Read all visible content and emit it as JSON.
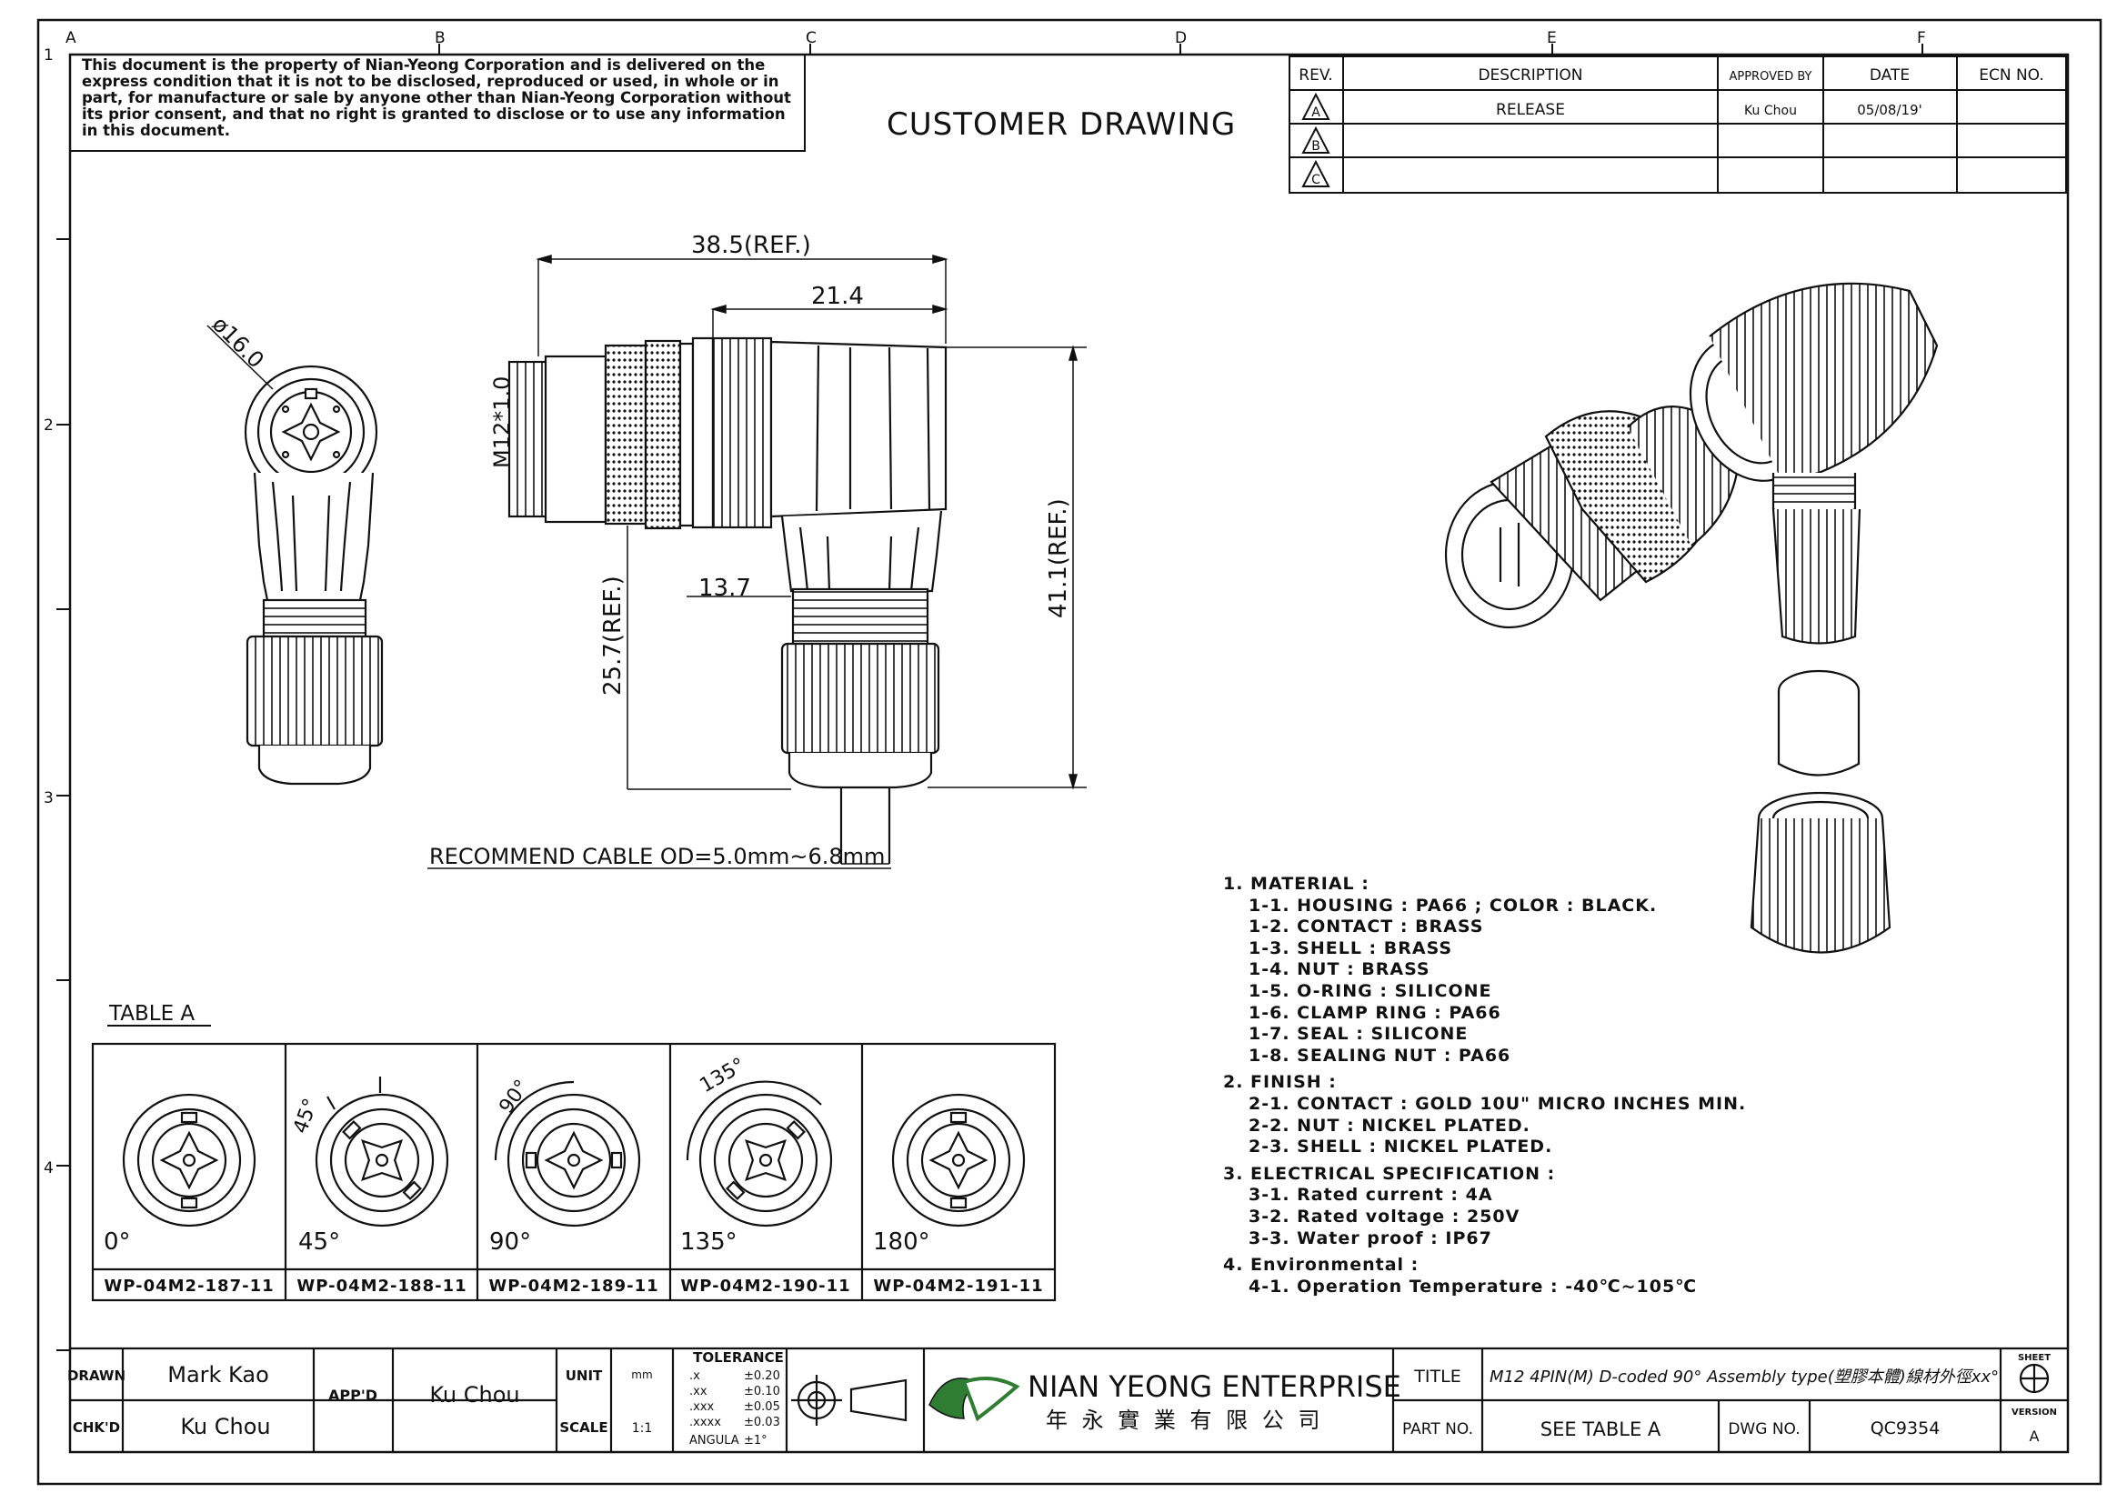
{
  "grid": {
    "cols": [
      "A",
      "B",
      "C",
      "D",
      "E",
      "F"
    ],
    "rows": [
      "1",
      "2",
      "3",
      "4"
    ]
  },
  "disclaimer": "This document is the property of Nian-Yeong Corporation and is delivered on the express condition that it is not to be disclosed, reproduced or used, in whole or in part, for manufacture or sale by anyone other than Nian-Yeong Corporation without its prior consent, and that no right is granted to disclose or to use any information in this document.",
  "heading": "CUSTOMER DRAWING",
  "revision_table": {
    "headers": [
      "REV.",
      "DESCRIPTION",
      "APPROVED BY",
      "DATE",
      "ECN NO."
    ],
    "rows": [
      {
        "rev": "A",
        "description": "RELEASE",
        "approved_by": "Ku Chou",
        "date": "05/08/19'",
        "ecn": ""
      },
      {
        "rev": "B",
        "description": "",
        "approved_by": "",
        "date": "",
        "ecn": ""
      },
      {
        "rev": "C",
        "description": "",
        "approved_by": "",
        "date": "",
        "ecn": ""
      }
    ]
  },
  "dimensions": {
    "overall_length": "38.5(REF.)",
    "body_length": "21.4",
    "thread": "M12*1.0",
    "diameter": "ø16.0",
    "offset": "13.7",
    "height_small": "25.7(REF.)",
    "height_total": "41.1(REF.)",
    "cable_note": "RECOMMEND CABLE OD=5.0mm~6.8mm"
  },
  "table_a": {
    "title": "TABLE A",
    "items": [
      {
        "angle": "0°",
        "part": "WP-04M2-187-11",
        "mark": ""
      },
      {
        "angle": "45°",
        "part": "WP-04M2-188-11",
        "mark": "45°"
      },
      {
        "angle": "90°",
        "part": "WP-04M2-189-11",
        "mark": "90°"
      },
      {
        "angle": "135°",
        "part": "WP-04M2-190-11",
        "mark": "135°"
      },
      {
        "angle": "180°",
        "part": "WP-04M2-191-11",
        "mark": ""
      }
    ]
  },
  "notes": {
    "sections": [
      {
        "title": "1.  MATERIAL  :",
        "items": [
          "1-1.  HOUSING  :  PA66  ;  COLOR  :  BLACK.",
          "1-2.  CONTACT  :  BRASS",
          "1-3.  SHELL  :  BRASS",
          "1-4.  NUT  :  BRASS",
          "1-5.  O-RING  :  SILICONE",
          "1-6.  CLAMP  RING  :  PA66",
          "1-7.  SEAL  :  SILICONE",
          "1-8.  SEALING  NUT  :  PA66"
        ]
      },
      {
        "title": "2.  FINISH  :",
        "items": [
          "2-1.  CONTACT  :  GOLD  10U\"  MICRO  INCHES  MIN.",
          "2-2.  NUT  :  NICKEL  PLATED.",
          "2-3.  SHELL  :  NICKEL  PLATED."
        ]
      },
      {
        "title": "3.  ELECTRICAL  SPECIFICATION  :",
        "items": [
          "3-1.  Rated  current  :  4A",
          "3-2.  Rated  voltage  :  250V",
          "3-3.  Water  proof  :  IP67"
        ]
      },
      {
        "title": "4.  Environmental  :",
        "items": [
          "4-1.  Operation  Temperature  :  -40℃~105℃"
        ]
      }
    ]
  },
  "title_block": {
    "drawn_label": "DRAWN",
    "drawn": "Mark Kao",
    "checked_label": "CHK'D",
    "checked": "Ku Chou",
    "approved_label": "APP'D",
    "approved": "Ku Chou",
    "unit_label": "UNIT",
    "unit": "mm",
    "scale_label": "SCALE",
    "scale": "1:1",
    "tolerance_title": "TOLERANCE",
    "tolerances": [
      {
        "k": ".x",
        "v": "±0.20"
      },
      {
        "k": ".xx",
        "v": "±0.10"
      },
      {
        "k": ".xxx",
        "v": "±0.05"
      },
      {
        "k": ".xxxx",
        "v": "±0.03"
      },
      {
        "k": "ANGULA",
        "v": "±1°"
      }
    ],
    "company": "NIAN YEONG ENTERPRISE",
    "company_cn": "年 永 實 業 有 限 公 司",
    "title_label": "TITLE",
    "title": "M12 4PIN(M) D-coded 90° Assembly type(塑膠本體)線材外徑xx°",
    "part_label": "PART NO.",
    "part": "SEE TABLE A",
    "dwg_label": "DWG NO.",
    "dwg": "QC9354",
    "sheet_label": "SHEET",
    "version_label": "VERSION",
    "version": "A"
  },
  "colors": {
    "line": "#111111",
    "paper": "#ffffff",
    "logo_green": "#2e7d32"
  }
}
